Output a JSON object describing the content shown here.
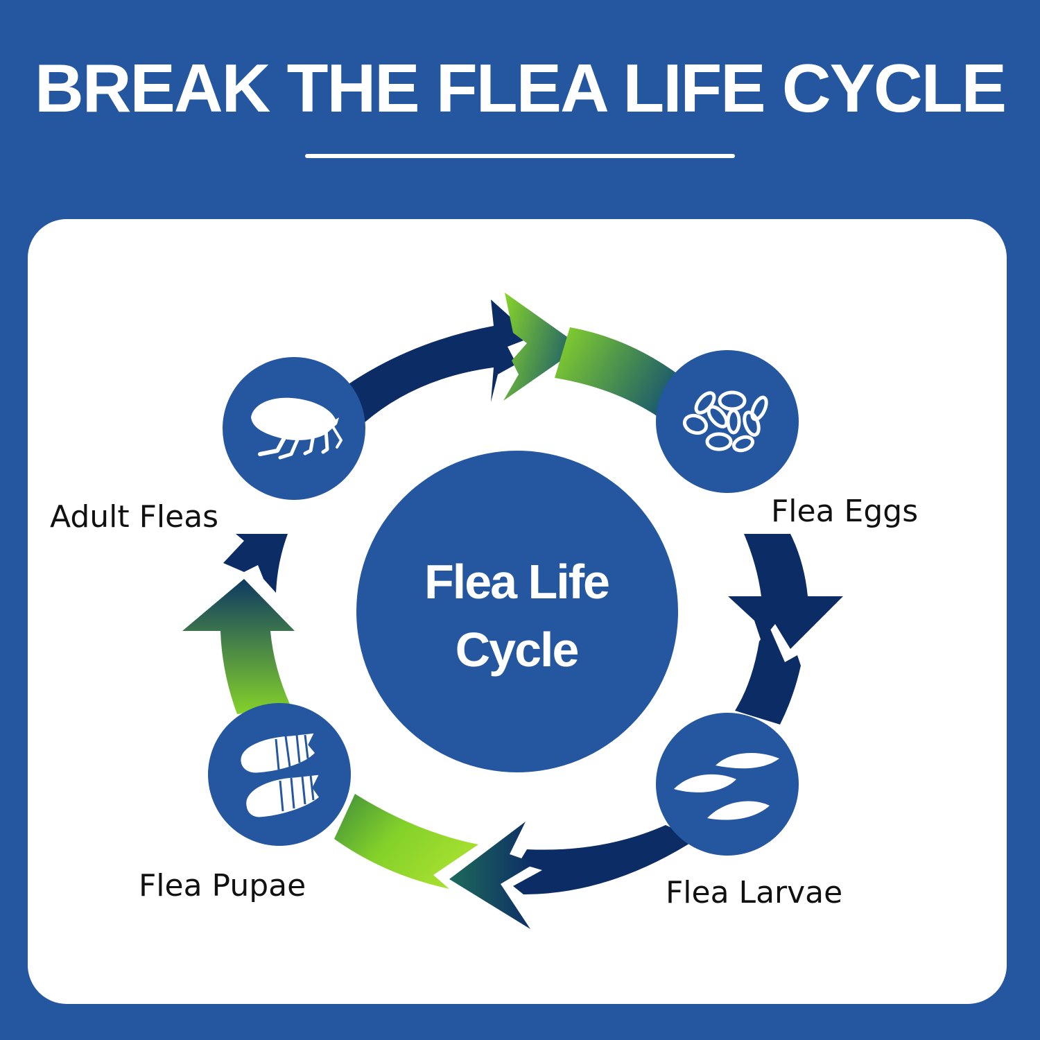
{
  "header": {
    "title": "BREAK THE FLEA LIFE CYCLE"
  },
  "center": {
    "line1": "Flea Life",
    "line2": "Cycle"
  },
  "stages": {
    "adult": "Adult Fleas",
    "eggs": "Flea Eggs",
    "larvae": "Flea Larvae",
    "pupae": "Flea Pupae"
  },
  "colors": {
    "background": "#2557a0",
    "panel": "#ffffff",
    "navy": "#0c2c66",
    "green": "#84d12a",
    "stage_circle": "#2557a0"
  },
  "icons": [
    "flea-icon",
    "eggs-icon",
    "larvae-icon",
    "pupae-icon"
  ]
}
